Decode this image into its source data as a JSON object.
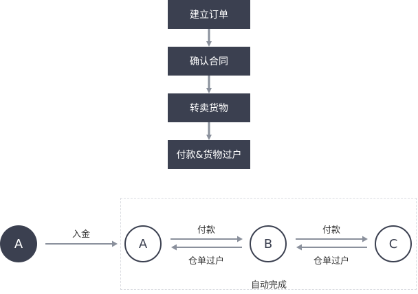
{
  "flow_steps": [
    "建立订单",
    "确认合同",
    "转卖货物",
    "付款&货物过户"
  ],
  "nodes": {
    "start": "A",
    "a": "A",
    "b": "B",
    "c": "C"
  },
  "edges": {
    "deposit": "入金",
    "a_to_b_payment": "付款",
    "b_to_a_transfer": "仓单过户",
    "b_to_c_payment": "付款",
    "c_to_b_transfer": "仓单过户"
  },
  "region_label": "自动完成",
  "colors": {
    "node_dark": "#3b4050",
    "arrow": "#8a909c",
    "dashed_border": "#d9dbe0"
  }
}
